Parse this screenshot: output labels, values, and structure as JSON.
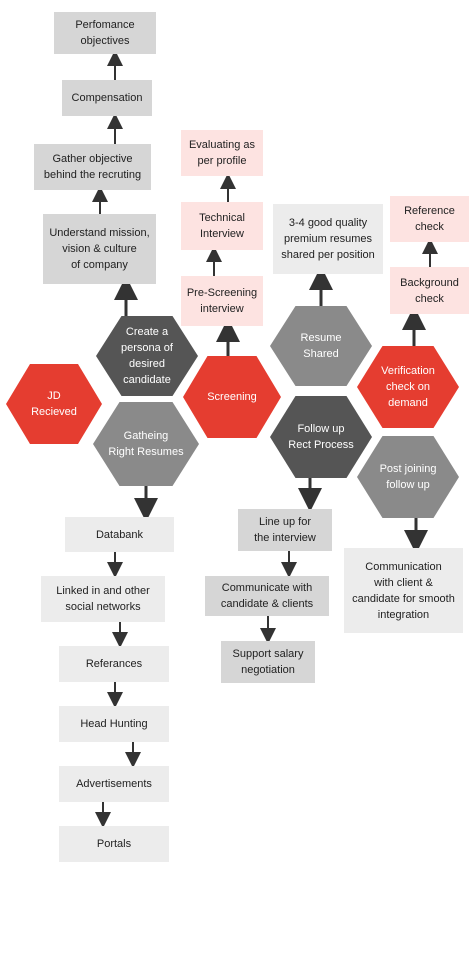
{
  "left_column": {
    "perf": "Perfomance\nobjectives",
    "comp": "Compensation",
    "gather": "Gather objective\nbehind the recruting",
    "understand": "Understand mission,\nvision & culture\nof company"
  },
  "screening_column": {
    "eval": "Evaluating as\nper profile",
    "technical": "Technical\nInterview",
    "prescreen": "Pre-Screening\ninterview"
  },
  "resumes_box": "3-4 good quality\npremium resumes\nshared per position",
  "verification_column": {
    "reference": "Reference\ncheck",
    "background": "Background\ncheck"
  },
  "hexagons": {
    "jd": "JD\nRecieved",
    "persona": "Create a\npersona of desired\ncandidate",
    "gather_resumes": "Gatheing\nRight Resumes",
    "screening": "Screening",
    "resume_shared": "Resume\nShared",
    "follow_up": "Follow up\nRect Process",
    "verification": "Verification\ncheck on\ndemand",
    "post_joining": "Post joining\nfollow up"
  },
  "sources": {
    "databank": "Databank",
    "linkedin": "Linked in and other\nsocial networks",
    "references": "Referances",
    "headhunting": "Head Hunting",
    "ads": "Advertisements",
    "portals": "Portals"
  },
  "followup_column": {
    "lineup": "Line up for\nthe interview",
    "communicate": "Communicate with\ncandidate & clients",
    "salary": "Support salary\nnegotiation"
  },
  "communication_box": "Communication\nwith client &\ncandidate for smooth\nintegration",
  "colors": {
    "red": "#e53d30",
    "dark_gray": "#555555",
    "mid_gray": "#8a8a8a",
    "box_gray": "#d6d6d6",
    "light_gray": "#ececec",
    "pink": "#fde3e1"
  }
}
